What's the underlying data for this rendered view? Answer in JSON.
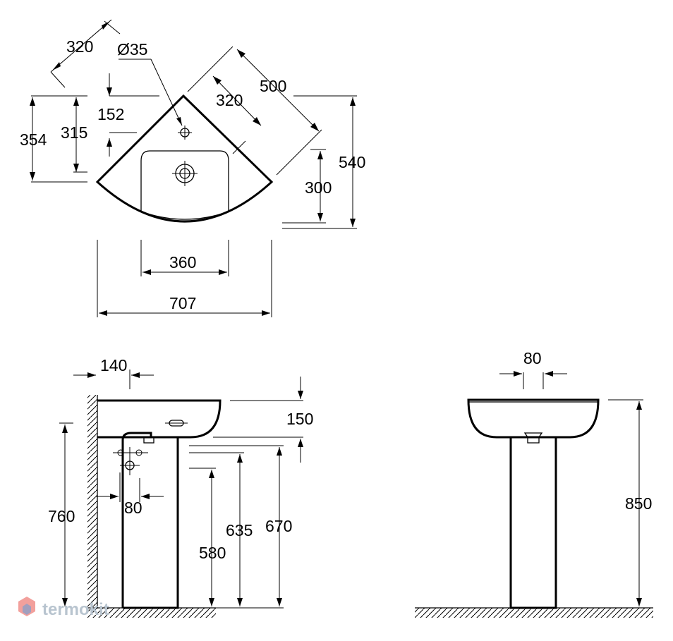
{
  "top_view": {
    "d_320_diag": "320",
    "d_hole": "Ø35",
    "d_500": "500",
    "d_320_edge": "320",
    "d_152": "152",
    "d_354": "354",
    "d_315": "315",
    "d_540": "540",
    "d_300": "300",
    "d_360": "360",
    "d_707": "707"
  },
  "side_view": {
    "d_140": "140",
    "d_150": "150",
    "d_760": "760",
    "d_80": "80",
    "d_580": "580",
    "d_635": "635",
    "d_670": "670"
  },
  "front_view": {
    "d_80": "80",
    "d_850": "850"
  },
  "watermark": {
    "text": "termokit",
    "color": "#e8524a"
  }
}
